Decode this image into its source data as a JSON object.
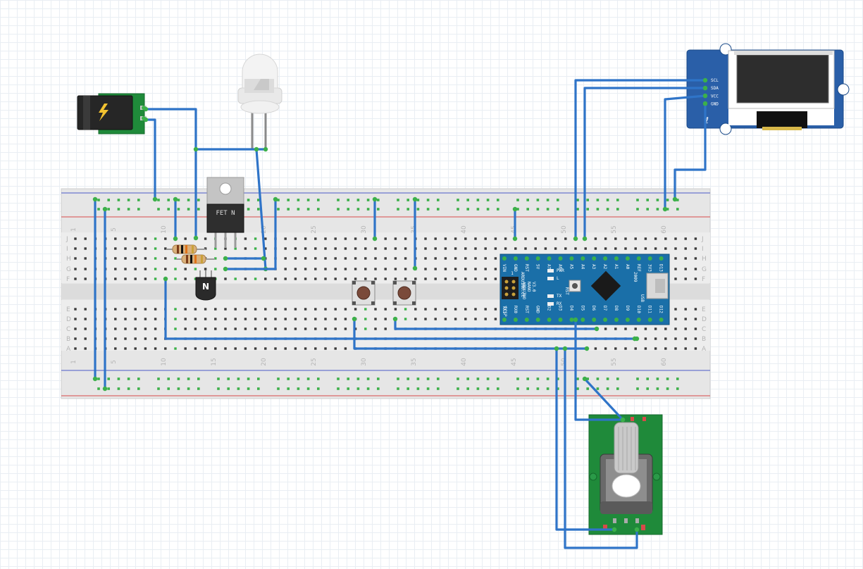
{
  "colors": {
    "wire": "#2f74c8",
    "hole_green": "#3cb04a",
    "hole_dark": "#3a3a3a",
    "board_bg": "#e8e8e8",
    "rail_red": "#d84a4a",
    "rail_blue": "#4a5ac8",
    "pcb_green": "#1f8a3a",
    "nano_blue": "#1a6fa8",
    "oled_blue": "#2a5fa8"
  },
  "breadboard": {
    "column_numbers": [
      "1",
      "5",
      "10",
      "15",
      "20",
      "25",
      "30",
      "35",
      "40",
      "45",
      "50",
      "55",
      "60"
    ],
    "row_letters_top": [
      "J",
      "I",
      "H",
      "G",
      "F"
    ],
    "row_letters_bottom": [
      "E",
      "D",
      "C",
      "B",
      "A"
    ]
  },
  "transistor_fet": {
    "label": "FET N"
  },
  "transistor_small": {
    "label": "N"
  },
  "nano": {
    "top_pins": [
      "D13",
      "3V3",
      "REF",
      "A0",
      "A1",
      "A2",
      "A3",
      "A4",
      "A5",
      "A6",
      "A7",
      "5V",
      "RST",
      "GND",
      "VIN"
    ],
    "bottom_pins": [
      "D12",
      "D11",
      "D10",
      "D9",
      "D8",
      "D7",
      "D6",
      "D5",
      "D4",
      "D3",
      "D2",
      "GND",
      "RST",
      "RX0",
      "TX1"
    ],
    "title_lines": [
      "ARDUINO",
      "NANO",
      "V3.0"
    ],
    "brand": "ARDUINO.CC",
    "year": "2009",
    "usb_label": "USB",
    "icsp_label": "ICSP",
    "one_label": "1",
    "rst_label": "RST",
    "led_labels": [
      "PWR",
      "L",
      "TX",
      "RX"
    ]
  },
  "oled": {
    "pins": [
      "SCL",
      "SDA",
      "VCC",
      "GND"
    ]
  }
}
